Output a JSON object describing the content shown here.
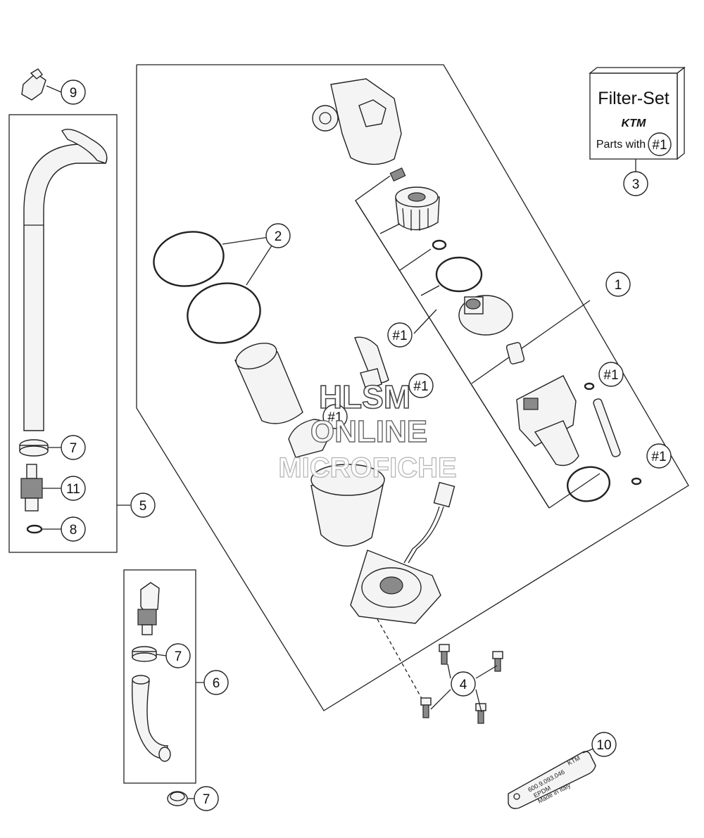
{
  "filter_set_box": {
    "title": "Filter-Set",
    "brand": "KTM",
    "subtitle": "Parts with",
    "ref": "#1"
  },
  "callouts": {
    "c1": "1",
    "c2": "2",
    "c3": "3",
    "c4": "4",
    "c5": "5",
    "c6": "6",
    "c7a": "7",
    "c7b": "7",
    "c7c": "7",
    "c8": "8",
    "c9": "9",
    "c10": "10",
    "c11": "11",
    "h1a": "#1",
    "h1b": "#1",
    "h1c": "#1",
    "h1d": "#1",
    "h1e": "#1"
  },
  "watermark": {
    "line1": "HLSM",
    "line2": "ONLINE",
    "line3": "MICROFICHE"
  },
  "tag_plate": {
    "line1": "600.9.093.046",
    "line2": "EPDM",
    "line3": "Made in Italy",
    "brand": "KTM"
  },
  "colors": {
    "line": "#222222",
    "fill": "#f4f4f4",
    "background": "#ffffff"
  }
}
